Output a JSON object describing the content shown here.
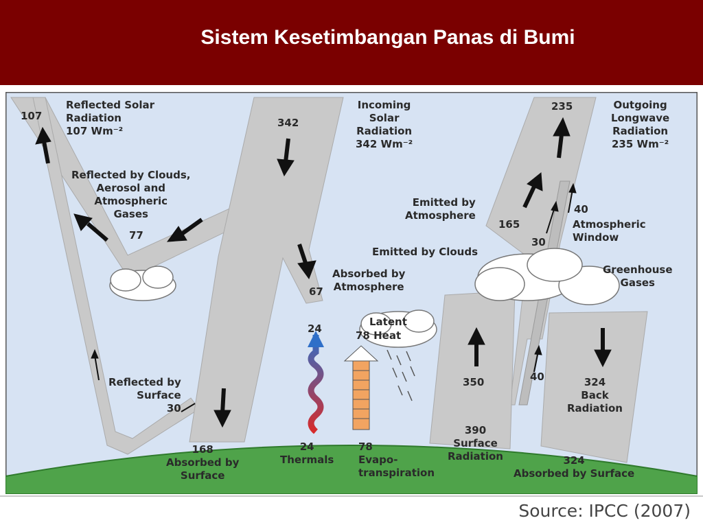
{
  "slide": {
    "title": "Sistem Kesetimbangan Panas di Bumi",
    "source": "Source: IPCC (2007)"
  },
  "colors": {
    "header_bg": "#7a0000",
    "sky": "#d7e3f3",
    "flow": "#c9c9c9",
    "ground": "#4fa34a",
    "thermals_wave": "#c0304a",
    "evapo_bar": "#f2a461"
  },
  "diagram": {
    "reflected_solar": {
      "value": "107",
      "line1": "Reflected Solar",
      "line2": "Radiation",
      "line3": "107 Wm⁻²"
    },
    "incoming_solar": {
      "value": "342",
      "line1": "Incoming",
      "line2": "Solar",
      "line3": "Radiation",
      "line4": "342 Wm⁻²"
    },
    "outgoing_longwave": {
      "value": "235",
      "line1": "Outgoing",
      "line2": "Longwave",
      "line3": "Radiation",
      "line4": "235 Wm⁻²"
    },
    "reflected_clouds": {
      "line1": "Reflected by Clouds,",
      "line2": "Aerosol and",
      "line3": "Atmospheric",
      "line4": "Gases",
      "value": "77"
    },
    "absorbed_atmosphere": {
      "value": "67",
      "line1": "Absorbed by",
      "line2": "Atmosphere"
    },
    "emitted_atmosphere": {
      "line1": "Emitted by",
      "line2": "Atmosphere",
      "value": "165"
    },
    "emitted_clouds": {
      "label": "Emitted by Clouds",
      "value": "30"
    },
    "atmospheric_window": {
      "value": "40",
      "line1": "Atmospheric",
      "line2": "Window",
      "value2": "40"
    },
    "greenhouse": {
      "line1": "Greenhouse",
      "line2": "Gases"
    },
    "latent_heat": {
      "value": "78",
      "line1": "Latent",
      "line2": "Heat"
    },
    "thermals": {
      "top_value": "24",
      "value": "24",
      "label": "Thermals"
    },
    "evapotranspiration": {
      "value": "78",
      "line1": "Evapo-",
      "line2": "transpiration"
    },
    "reflected_surface": {
      "line1": "Reflected by",
      "line2": "Surface",
      "value": "30"
    },
    "absorbed_surface": {
      "value": "168",
      "line1": "Absorbed by",
      "line2": "Surface"
    },
    "surface_radiation": {
      "up_value": "350",
      "value": "390",
      "line1": "Surface",
      "line2": "Radiation"
    },
    "back_radiation": {
      "value": "324",
      "line1": "Back",
      "line2": "Radiation"
    },
    "absorbed_surface_back": {
      "value": "324",
      "line1": "Absorbed by Surface"
    }
  }
}
